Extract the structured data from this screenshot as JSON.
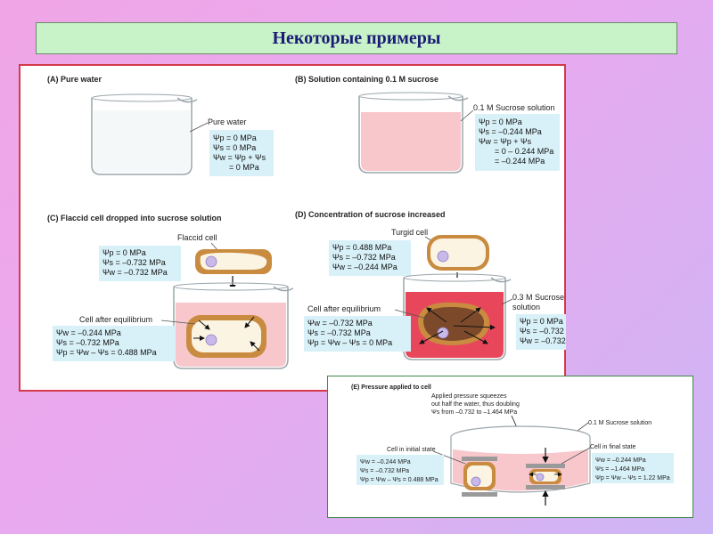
{
  "title": "Некоторые примеры",
  "panel_a": {
    "label": "(A)  Pure water",
    "callout": "Pure water",
    "eqs": [
      "Ψp  = 0 MPa",
      "Ψs  = 0 MPa",
      "Ψw = Ψp + Ψs",
      "= 0 MPa"
    ]
  },
  "panel_b": {
    "label": "(B)  Solution containing 0.1 M sucrose",
    "callout": "0.1 M Sucrose solution",
    "eqs": [
      "Ψp  = 0 MPa",
      "Ψs  = –0.244 MPa",
      "Ψw = Ψp + Ψs",
      "= 0 – 0.244 MPa",
      "= –0.244 MPa"
    ]
  },
  "panel_c": {
    "label": "(C)  Flaccid cell dropped into sucrose solution",
    "cell_label": "Flaccid cell",
    "cell_eqs": [
      "Ψp = 0 MPa",
      "Ψs = –0.732 MPa",
      "Ψw = –0.732 MPa"
    ],
    "eq_label": "Cell after equilibrium",
    "eq_eqs": [
      "Ψw = –0.244 MPa",
      "Ψs = –0.732 MPa",
      "Ψp  = Ψw – Ψs = 0.488 MPa"
    ]
  },
  "panel_d": {
    "label": "(D)  Concentration of sucrose increased",
    "cell_label": "Turgid cell",
    "cell_eqs": [
      "Ψp = 0.488 MPa",
      "Ψs = –0.732 MPa",
      "Ψw = –0.244 MPa"
    ],
    "eq_label": "Cell after equilibrium",
    "eq_eqs": [
      "Ψw = –0.732 MPa",
      "Ψs = –0.732 MPa",
      "Ψp = Ψw – Ψs = 0 MPa"
    ],
    "solution_label_1": "0.3 M Sucrose",
    "solution_label_2": "solution",
    "sol_eqs": [
      "Ψp  = 0 MPa",
      "Ψs  = –0.732",
      "Ψw = –0.732"
    ]
  },
  "panel_e": {
    "label": "(E)  Pressure applied to cell",
    "note": [
      "Applied pressure squeezes",
      "out half the water, thus doubling",
      "Ψs from –0.732 to –1.464 MPa"
    ],
    "solution_label": "0.1 M Sucrose solution",
    "initial_label": "Cell in initial state",
    "initial_eqs": [
      "Ψw = –0.244 MPa",
      "Ψs = –0.732 MPa",
      "Ψp = Ψw – Ψs = 0.488 MPa"
    ],
    "final_label": "Cell in final state",
    "final_eqs": [
      "Ψw = –0.244 MPa",
      "Ψs = –1.464 MPa",
      "Ψp = Ψw – Ψs = 1.22 MPa"
    ]
  },
  "colors": {
    "title_bg": "#c8f3c8",
    "title_text": "#1c1c78",
    "panel_border": "#d43a4a",
    "panel_e_border": "#3f8a48",
    "eq_box": "#d8f1f8",
    "solution_light": "#f7c7cc",
    "solution_dark": "#e8475b",
    "cell_wall": "#c98b3f",
    "vacuole": "#fbf4e3"
  }
}
